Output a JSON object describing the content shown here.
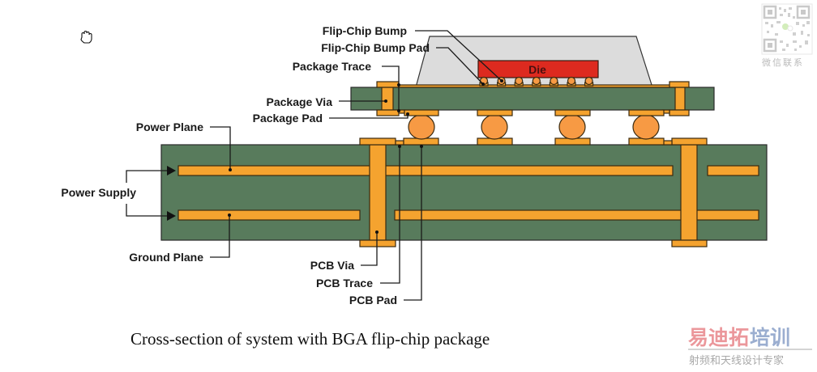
{
  "diagram": {
    "caption": "Cross-section of system with BGA flip-chip package",
    "labels": {
      "flip_chip_bump": "Flip-Chip  Bump",
      "flip_chip_bump_pad": "Flip-Chip Bump Pad",
      "package_trace": "Package Trace",
      "package_via": "Package Via",
      "package_pad": "Package Pad",
      "power_plane": "Power Plane",
      "power_supply": "Power Supply",
      "ground_plane": "Ground Plane",
      "pcb_via": "PCB Via",
      "pcb_trace": "PCB Trace",
      "pcb_pad": "PCB Pad",
      "die": "Die"
    },
    "colors": {
      "substrate_green": "#587b5c",
      "copper_orange": "#f5a32f",
      "solder_ball": "#f79a44",
      "die_red": "#dd2a1f",
      "mold_gray": "#dcdcdc"
    },
    "counts": {
      "flip_chip_bumps": 7,
      "bga_balls": 4
    }
  },
  "cursor": {
    "icon": "hand-cursor-icon"
  },
  "watermark": {
    "qr_label": "微信联系",
    "brand_part1": "易迪拓",
    "brand_part2": "培训",
    "tagline": "射频和天线设计专家",
    "brand_color_red": "#e8858a",
    "brand_color_blue": "#8aa0c8"
  }
}
